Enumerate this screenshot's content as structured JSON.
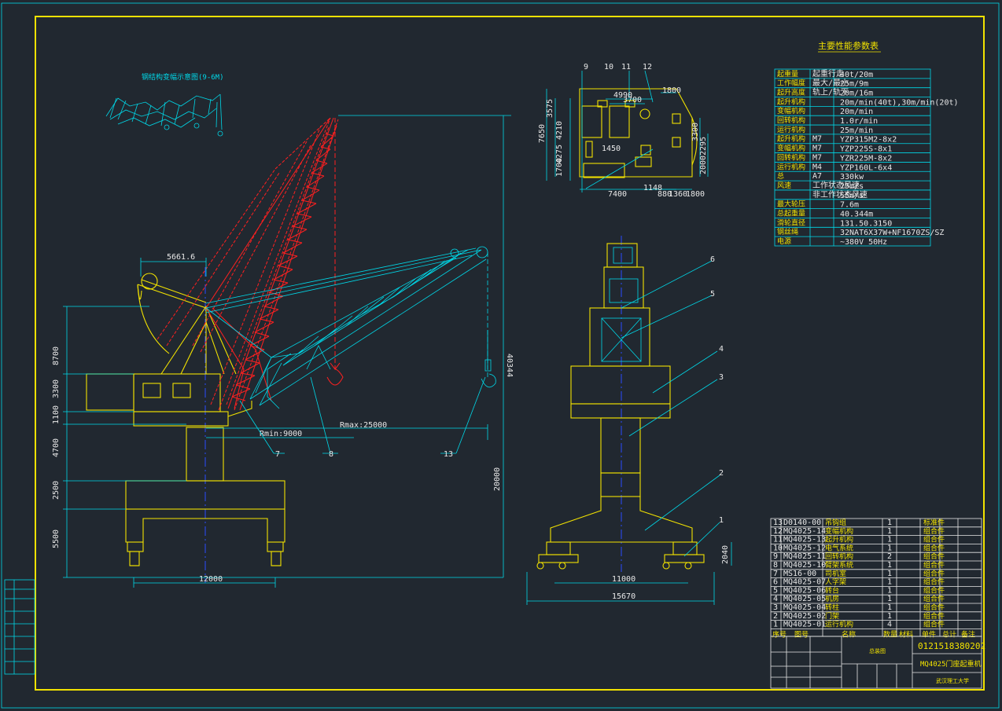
{
  "colors": {
    "background": "#212830",
    "frame": "#f2e200",
    "cyan": "#00d8e8",
    "red": "#ff2020",
    "white": "#e8e8e8"
  },
  "params_title": "主要性能参数表",
  "params": [
    [
      "起重量",
      "起重行走",
      "40t/20m"
    ],
    [
      "工作幅度",
      "最大/最小",
      "25m/9m"
    ],
    [
      "起升高度",
      "轨上/轨下",
      "20m/16m"
    ],
    [
      "起升机构",
      "",
      "20m/min(40t),30m/min(20t)"
    ],
    [
      "变幅机构",
      "",
      "20m/min"
    ],
    [
      "回转机构",
      "",
      "1.0r/min"
    ],
    [
      "运行机构",
      "",
      "25m/min"
    ],
    [
      "起升机构",
      "M7",
      "YZP315M2-8x2"
    ],
    [
      "变幅机构",
      "M7",
      "YZP225S-8x1"
    ],
    [
      "回转机构",
      "M7",
      "YZR225M-8x2"
    ],
    [
      "运行机构",
      "M4",
      "YZP160L-6x4"
    ],
    [
      "总",
      "A7",
      "330kw"
    ],
    [
      "风速",
      "工作状态风速",
      "25m/s"
    ],
    [
      "",
      "非工作状态风速",
      "55m/s"
    ],
    [
      "最大轮压",
      "",
      "7.6m"
    ],
    [
      "总起重量",
      "",
      "40.344m"
    ],
    [
      "滑轮直径",
      "",
      "131.50.3150"
    ],
    [
      "钢丝绳",
      "",
      "32NAT6X37W+NF1670ZS/SZ"
    ],
    [
      "电源",
      "",
      "~380V 50Hz"
    ]
  ],
  "small_label": "钢结构变幅示意图(9-6M)",
  "dims": {
    "top_width": "5661.6",
    "rmin": "Rmin:9000",
    "rmax": "Rmax:25000",
    "height_total": "40344",
    "rail_height": "20000",
    "base_width": "12000",
    "plan_width": "7400",
    "plan_a": "4990",
    "plan_b": "3700",
    "side_a": "11000",
    "side_b": "15670",
    "side_c": "2040",
    "left_dims": [
      "8700",
      "3300",
      "1100",
      "4700",
      "2500",
      "5500"
    ],
    "plan_dims": [
      "3575",
      "7650",
      "4210",
      "4275",
      "1700",
      "3300",
      "2295",
      "2000",
      "1148",
      "880",
      "1360",
      "1800",
      "1450",
      "1800"
    ]
  },
  "callouts_main": [
    "7",
    "8",
    "13"
  ],
  "callouts_side": [
    "6",
    "5",
    "4",
    "3",
    "2",
    "1"
  ],
  "callouts_plan": [
    "9",
    "10",
    "11",
    "12"
  ],
  "bom_rows": [
    [
      "13",
      "D0140-00",
      "吊钩组",
      "1",
      "标准件"
    ],
    [
      "12",
      "MQ4025-14",
      "变幅机构",
      "1",
      "组合件"
    ],
    [
      "11",
      "MQ4025-13",
      "起升机构",
      "1",
      "组合件"
    ],
    [
      "10",
      "MQ4025-12",
      "电气系统",
      "1",
      "组合件"
    ],
    [
      "9",
      "MQ4025-11",
      "回转机构",
      "2",
      "组合件"
    ],
    [
      "8",
      "MQ4025-10",
      "臂架系统",
      "1",
      "组合件"
    ],
    [
      "7",
      "MS16-00",
      "司机室",
      "1",
      "组合件"
    ],
    [
      "6",
      "MQ4025-07",
      "人字架",
      "1",
      "组合件"
    ],
    [
      "5",
      "MQ4025-06",
      "转台",
      "1",
      "组合件"
    ],
    [
      "4",
      "MQ4025-05",
      "机房",
      "1",
      "组合件"
    ],
    [
      "3",
      "MQ4025-04",
      "转柱",
      "1",
      "组合件"
    ],
    [
      "2",
      "MQ4025-02",
      "门架",
      "1",
      "组合件"
    ],
    [
      "1",
      "MQ4025-01",
      "运行机构",
      "4",
      "组合件"
    ]
  ],
  "bom_header": [
    "序号",
    "图号",
    "名称",
    "数量",
    "材料",
    "单件",
    "总计",
    "备注"
  ],
  "drawing_no": "0121518380202",
  "drawing_title": "MQ4025门座起重机",
  "org": "武汉理工大学",
  "assembly": "总装图"
}
